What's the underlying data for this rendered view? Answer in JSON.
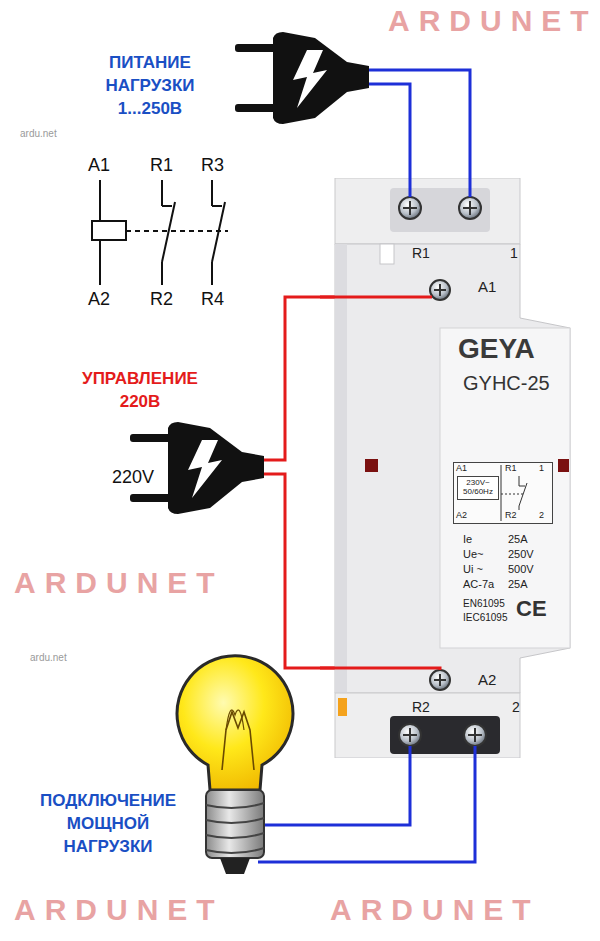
{
  "diagram": {
    "nodes": [
      {
        "text": [
          "R1",
          "1",
          "A1",
          "GEYA",
          "GYHC-25",
          "Ie",
          "25A",
          "Ue~",
          "250V",
          "Ui ~",
          "500V",
          "AC-7a",
          "25A",
          "EN61095",
          "IEC61095",
          "CE",
          "A2",
          "R2",
          "2"
        ]
      },
      {
        "text": [
          "A1",
          "R1",
          "1",
          "A2",
          "R2",
          "2"
        ],
        "in": 0
      },
      {
        "text": [
          "230V~ 50/60Hz"
        ],
        "in": 1
      }
    ],
    "labels": [
      "ПИТАНИЕ НАГРУЗКИ 1...250В",
      "A1",
      "R1",
      "R3",
      "A2",
      "R2",
      "R4",
      "УПРАВЛЕНИЕ 220В",
      "220V",
      "ПОДКЛЮЧЕНИЕ МОЩНОЙ НАГРУЗКИ",
      "ARDUNET",
      "ARDUNET",
      "ARDUNET",
      "ARDUNET",
      "ardu.net",
      "ardu.net"
    ]
  }
}
